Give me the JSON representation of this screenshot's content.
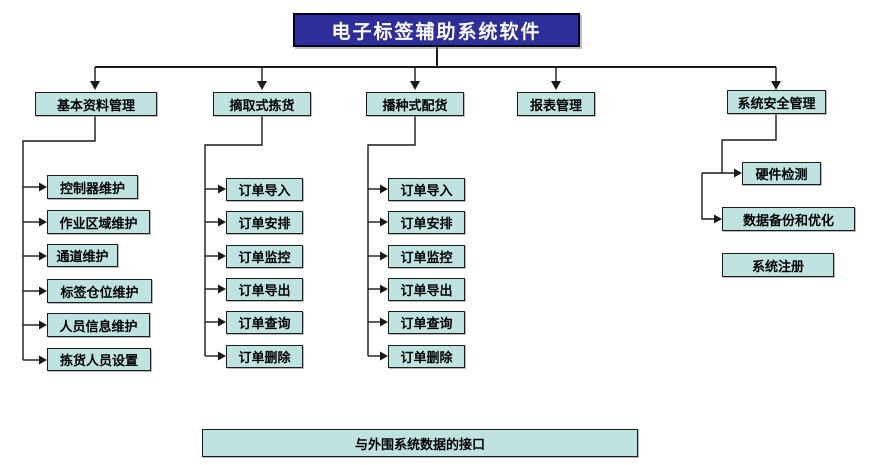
{
  "diagram": {
    "root": "电子标签辅助系统软件",
    "branches": [
      {
        "label": "基本资料管理",
        "children": [
          "控制器维护",
          "作业区域维护",
          "通道维护",
          "标签仓位维护",
          "人员信息维护",
          "拣货人员设置"
        ]
      },
      {
        "label": "摘取式拣货",
        "children": [
          "订单导入",
          "订单安排",
          "订单监控",
          "订单导出",
          "订单查询",
          "订单删除"
        ]
      },
      {
        "label": "播种式配货",
        "children": [
          "订单导入",
          "订单安排",
          "订单监控",
          "订单导出",
          "订单查询",
          "订单删除"
        ]
      },
      {
        "label": "报表管理",
        "children": []
      },
      {
        "label": "系统安全管理",
        "children": [
          "硬件检测",
          "数据备份和优化",
          "系统注册"
        ]
      }
    ],
    "footer": "与外围系统数据的接口",
    "colors": {
      "root_bg": "#2e2e9b",
      "root_text": "#ffffff",
      "node_bg": "#bfe3e0",
      "node_border": "#1c1c1c",
      "line": "#1a1a1a"
    }
  }
}
